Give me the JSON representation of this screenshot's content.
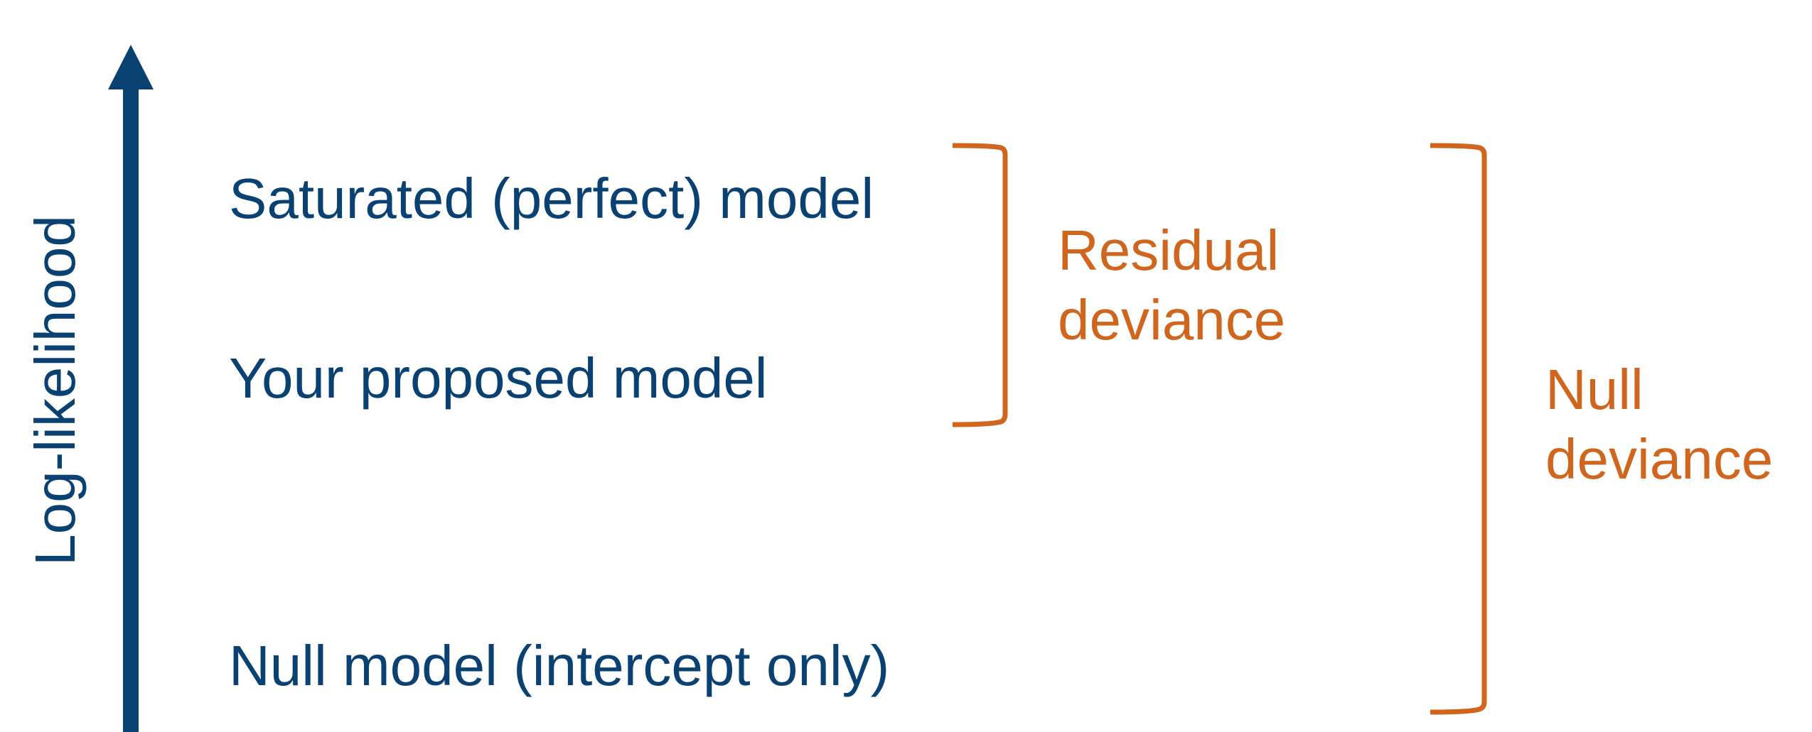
{
  "colors": {
    "model_text": "#0a4173",
    "arrow": "#0a4173",
    "bracket": "#d0661e",
    "deviance_text": "#d0661e"
  },
  "axis": {
    "label": "Log-likelihood"
  },
  "models": {
    "saturated": "Saturated (perfect) model",
    "proposed": "Your proposed model",
    "null": "Null model (intercept only)"
  },
  "deviances": {
    "residual": {
      "line1": "Residual",
      "line2": "deviance"
    },
    "null": {
      "line1": "Null",
      "line2": "deviance"
    }
  }
}
